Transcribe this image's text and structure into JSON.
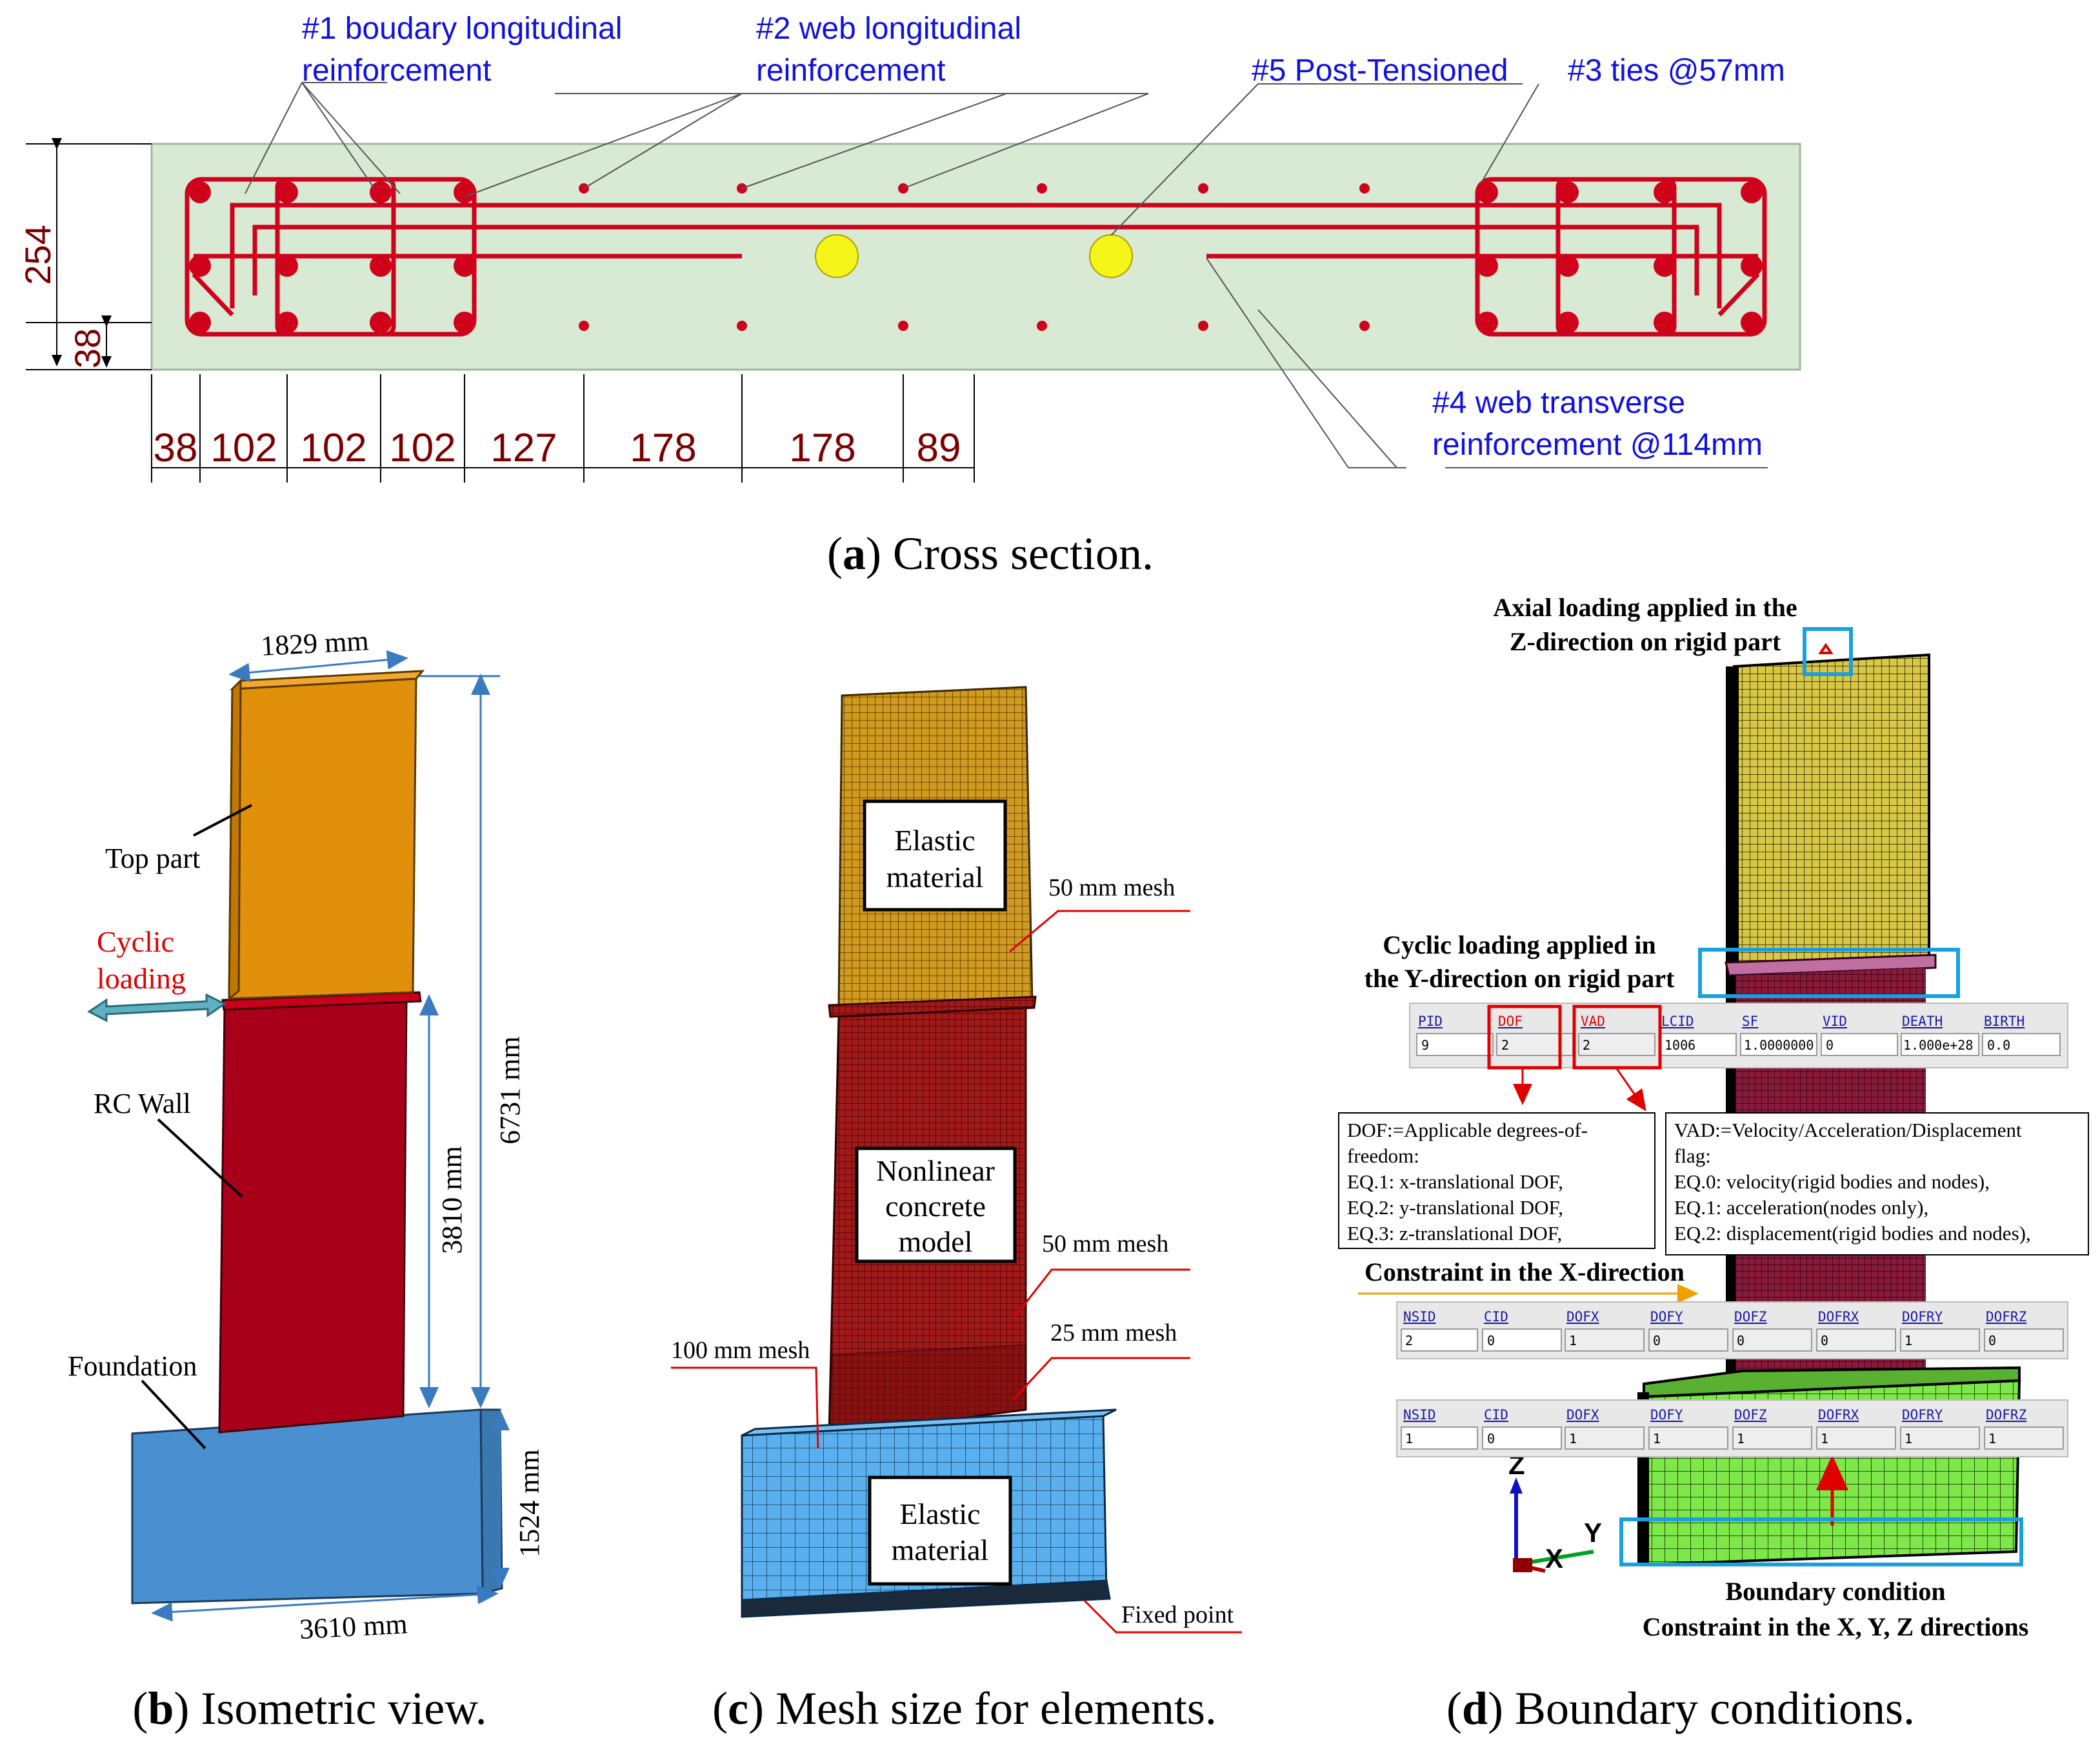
{
  "colors": {
    "rebar": "#d0021b",
    "concrete": "#d8ead4",
    "duct": "#f5f51a",
    "dim_text": "#7a0000",
    "label_blue": "#1010e0",
    "top_part": "#e0900a",
    "rc_wall": "#a8001a",
    "foundation": "#4a90d0",
    "mesh_brown": "#b8860b",
    "mesh_red": "#8b1a1a",
    "mesh_blue": "#4aa0e0",
    "mesh_green": "#7ee84a",
    "highlight_cyan": "#1aa0e0",
    "arrow_teal": "#2a8a9a"
  },
  "panel_a": {
    "caption_letter": "a",
    "caption_text": "Cross section.",
    "labels": {
      "l1_line1": "#1 boudary longitudinal",
      "l1_line2": "reinforcement",
      "l2_line1": "#2 web longitudinal",
      "l2_line2": "reinforcement",
      "l5": "#5 Post-Tensioned",
      "l3": "#3 ties @57mm",
      "l4_line1": "#4 web transverse",
      "l4_line2": "reinforcement @114mm"
    },
    "dims_vertical": [
      "254",
      "38"
    ],
    "dims_horizontal": [
      "38",
      "102",
      "102",
      "102",
      "127",
      "178",
      "178",
      "89"
    ]
  },
  "panel_b": {
    "caption_letter": "b",
    "caption_text": "Isometric view.",
    "labels": {
      "width_top": "1829 mm",
      "top_part": "Top part",
      "cyclic_line1": "Cyclic",
      "cyclic_line2": "loading",
      "rc_wall": "RC Wall",
      "foundation": "Foundation",
      "height_total": "6731 mm",
      "height_wall": "3810 mm",
      "height_found": "1524 mm",
      "width_found": "3610 mm"
    }
  },
  "panel_c": {
    "caption_letter": "c",
    "caption_text": "Mesh size for elements.",
    "labels": {
      "elastic1_line1": "Elastic",
      "elastic1_line2": "material",
      "mesh50_a": "50 mm mesh",
      "nonlinear_line1": "Nonlinear",
      "nonlinear_line2": "concrete",
      "nonlinear_line3": "model",
      "mesh50_b": "50 mm mesh",
      "mesh25": "25 mm mesh",
      "mesh100": "100 mm mesh",
      "elastic2_line1": "Elastic",
      "elastic2_line2": "material",
      "fixed": "Fixed point"
    }
  },
  "panel_d": {
    "caption_letter": "d",
    "caption_text": "Boundary conditions.",
    "labels": {
      "axial_line1": "Axial loading applied in the",
      "axial_line2": "Z-direction on rigid part",
      "cyclic_line1": "Cyclic loading applied in",
      "cyclic_line2": "the Y-direction on rigid part",
      "constraint_x": "Constraint in the X-direction",
      "boundary_line1": "Boundary condition",
      "boundary_line2": "Constraint in the X, Y, Z directions",
      "axis_z": "Z",
      "axis_y": "Y",
      "axis_x": "X"
    },
    "table1": {
      "headers": [
        "PID",
        "DOF",
        "VAD",
        "LCID",
        "SF",
        "VID",
        "DEATH",
        "BIRTH"
      ],
      "values": [
        "9",
        "2",
        "2",
        "1006",
        "1.0000000",
        "0",
        "1.000e+28",
        "0.0"
      ]
    },
    "dof_note": {
      "line1": "DOF:=Applicable degrees-of-",
      "line2": "freedom:",
      "line3": "EQ.1: x-translational DOF,",
      "line4": "EQ.2: y-translational DOF,",
      "line5": "EQ.3: z-translational DOF,"
    },
    "vad_note": {
      "line1": "VAD:=Velocity/Acceleration/Displacement",
      "line2": "flag:",
      "line3": "EQ.0: velocity(rigid bodies and nodes),",
      "line4": "EQ.1: acceleration(nodes only),",
      "line5": "EQ.2: displacement(rigid bodies and nodes),"
    },
    "table2": {
      "headers": [
        "NSID",
        "CID",
        "DOFX",
        "DOFY",
        "DOFZ",
        "DOFRX",
        "DOFRY",
        "DOFRZ"
      ],
      "values": [
        "2",
        "0",
        "1",
        "0",
        "0",
        "0",
        "1",
        "0"
      ]
    },
    "table3": {
      "headers": [
        "NSID",
        "CID",
        "DOFX",
        "DOFY",
        "DOFZ",
        "DOFRX",
        "DOFRY",
        "DOFRZ"
      ],
      "values": [
        "1",
        "0",
        "1",
        "1",
        "1",
        "1",
        "1",
        "1"
      ]
    }
  }
}
